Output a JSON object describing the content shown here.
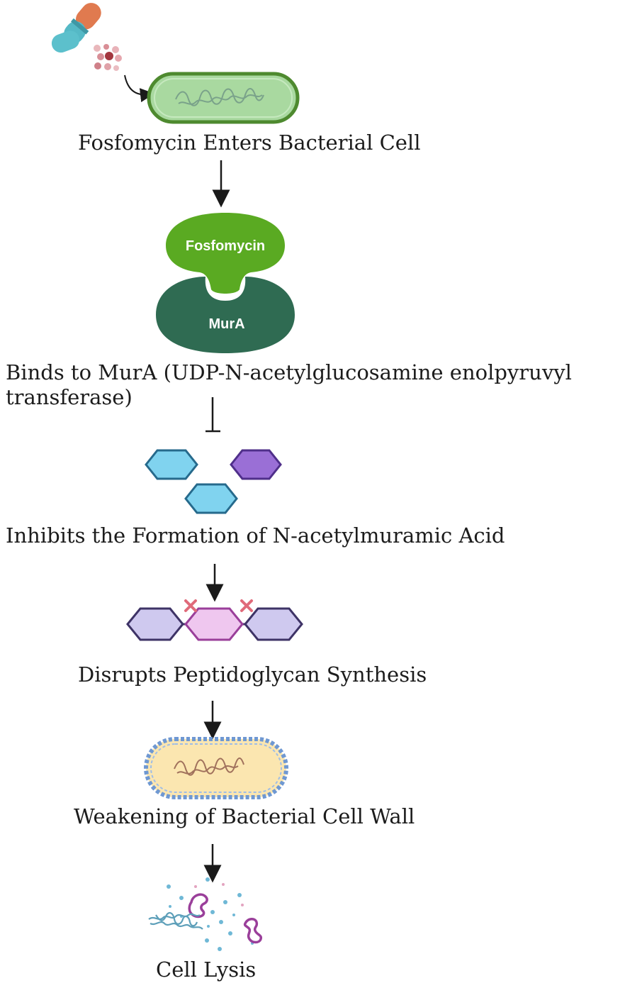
{
  "steps": [
    {
      "text": "Fosfomycin Enters Bacterial Cell"
    },
    {
      "text": "Binds to MurA (UDP-N-acetylglucosamine enolpyruvyl\ntransferase)"
    },
    {
      "text": "Inhibits the Formation of N-acetylmuramic Acid"
    },
    {
      "text": "Disrupts Peptidoglycan Synthesis"
    },
    {
      "text": "Weakening of Bacterial Cell Wall"
    },
    {
      "text": "Cell Lysis"
    }
  ],
  "labels": {
    "fosfomycin": "Fosfomycin",
    "mura": "MurA"
  },
  "colors": {
    "capsule_orange": "#e07a4f",
    "capsule_teal": "#4fb7c4",
    "cell_green_fill": "#a8d8a0",
    "cell_green_stroke": "#4e8a2f",
    "fosfomycin_green": "#5aaa22",
    "mura_dark": "#2f6b52",
    "hex_blue": "#7fd3ef",
    "hex_purple": "#9a6fd6",
    "hex_lavender": "#cfc9ef",
    "hex_pink": "#efc7ef",
    "cross_red": "#e06a7a",
    "weak_cell_fill": "#fbe6b0",
    "weak_cell_border": "#6f98d2"
  }
}
